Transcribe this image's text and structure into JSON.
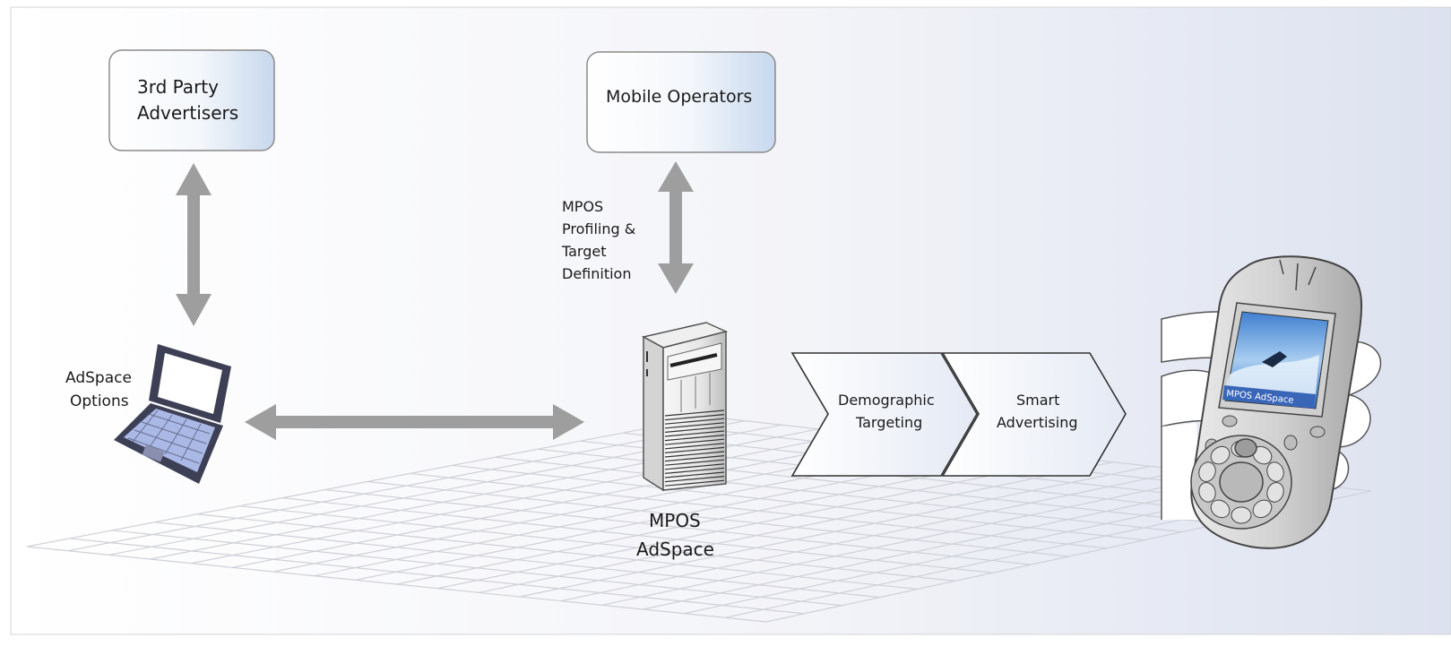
{
  "boxes": {
    "advertisers": [
      "3rd Party",
      "Advertisers"
    ],
    "operators": [
      "Mobile Operators"
    ]
  },
  "labels": {
    "profiling": [
      "MPOS",
      "Profiling &",
      "Target",
      "Definition"
    ],
    "adspace_options": [
      "AdSpace",
      "Options"
    ],
    "server": [
      "MPOS",
      "AdSpace"
    ]
  },
  "chevrons": {
    "demographic": [
      "Demographic",
      "Targeting"
    ],
    "smart": [
      "Smart",
      "Advertising"
    ]
  },
  "phone": {
    "screen_text": "MPOS AdSpace"
  },
  "colors": {
    "arrow": "#9e9e9e",
    "box_border": "#8a8a8a",
    "box_fill_right": "#c9d9ee",
    "background_right": "#dfe4f2",
    "laptop_frame": "#3d3f55",
    "laptop_keys": "#aab8e6"
  },
  "icons": [
    "laptop-icon",
    "server-icon",
    "phone-icon",
    "hand-icon"
  ]
}
